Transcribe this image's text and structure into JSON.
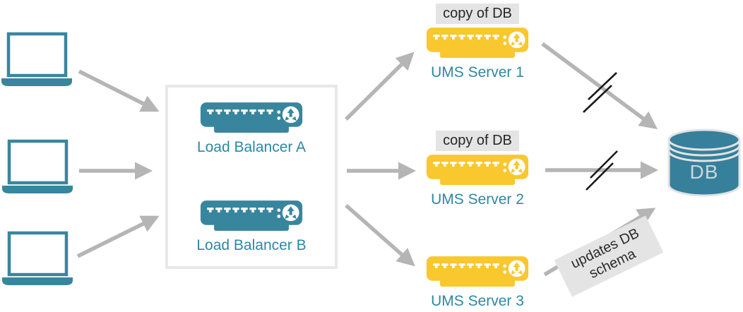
{
  "diagram": {
    "title_implicit": "UMS load-balancing architecture",
    "clients": {
      "count": 3,
      "icon": "laptop-icon"
    },
    "load_balancers": {
      "a_label": "Load Balancer A",
      "b_label": "Load Balancer B",
      "icon": "server-branch-icon"
    },
    "ums_servers": [
      {
        "name": "UMS Server 1",
        "badge": "copy of DB"
      },
      {
        "name": "UMS Server 2",
        "badge": "copy of DB"
      },
      {
        "name": "UMS Server 3",
        "badge": ""
      }
    ],
    "database": {
      "label": "DB",
      "icon": "database-cylinder-icon"
    },
    "annotations": {
      "schema_note_line1": "updates DB",
      "schema_note_line2": "schema",
      "broken_link_marker": "double-slash on UMS Server 1 and UMS Server 2 links to DB"
    },
    "colors": {
      "teal": "#38869e",
      "label_teal": "#2e87a3",
      "yellow": "#f9c72e",
      "arrow_gray": "#b5b5b5",
      "note_bg": "#e4e4e4",
      "note_text": "#2b2b2b",
      "box_border": "#e8e8e8",
      "slash_black": "#1a1a1a",
      "db_fill": "#36809b",
      "db_stroke": "#e3e3e3"
    }
  }
}
